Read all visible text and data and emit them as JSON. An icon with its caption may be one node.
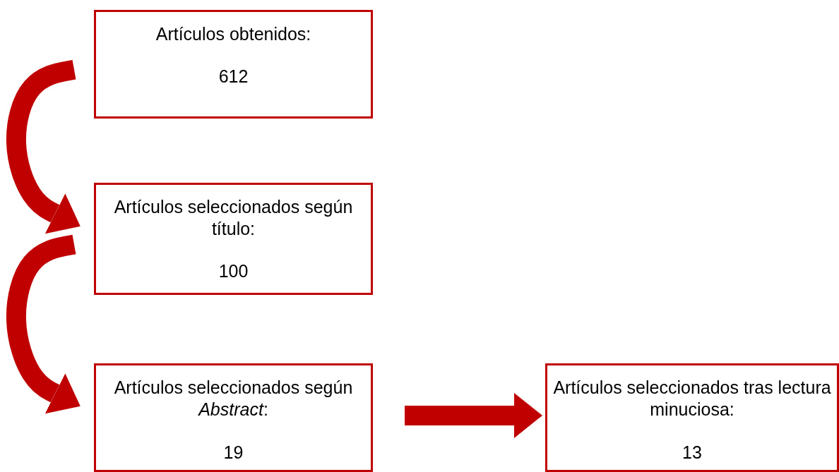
{
  "diagram": {
    "nodes": [
      {
        "text": [
          "Artículos obtenidos:",
          "612"
        ]
      },
      {
        "text": [
          "Artículos seleccionados según título:",
          "100"
        ]
      },
      {
        "text": [
          "Artículos seleccionados según *Abstract*:",
          "19"
        ]
      },
      {
        "text": [
          "Artículos seleccionados tras lectura minuciosa:",
          "13"
        ]
      }
    ],
    "edges": [
      {
        "from": 0,
        "to": 1,
        "arrow": "to"
      },
      {
        "from": 1,
        "to": 2,
        "arrow": "to"
      },
      {
        "from": 2,
        "to": 3,
        "arrow": "to"
      }
    ]
  }
}
